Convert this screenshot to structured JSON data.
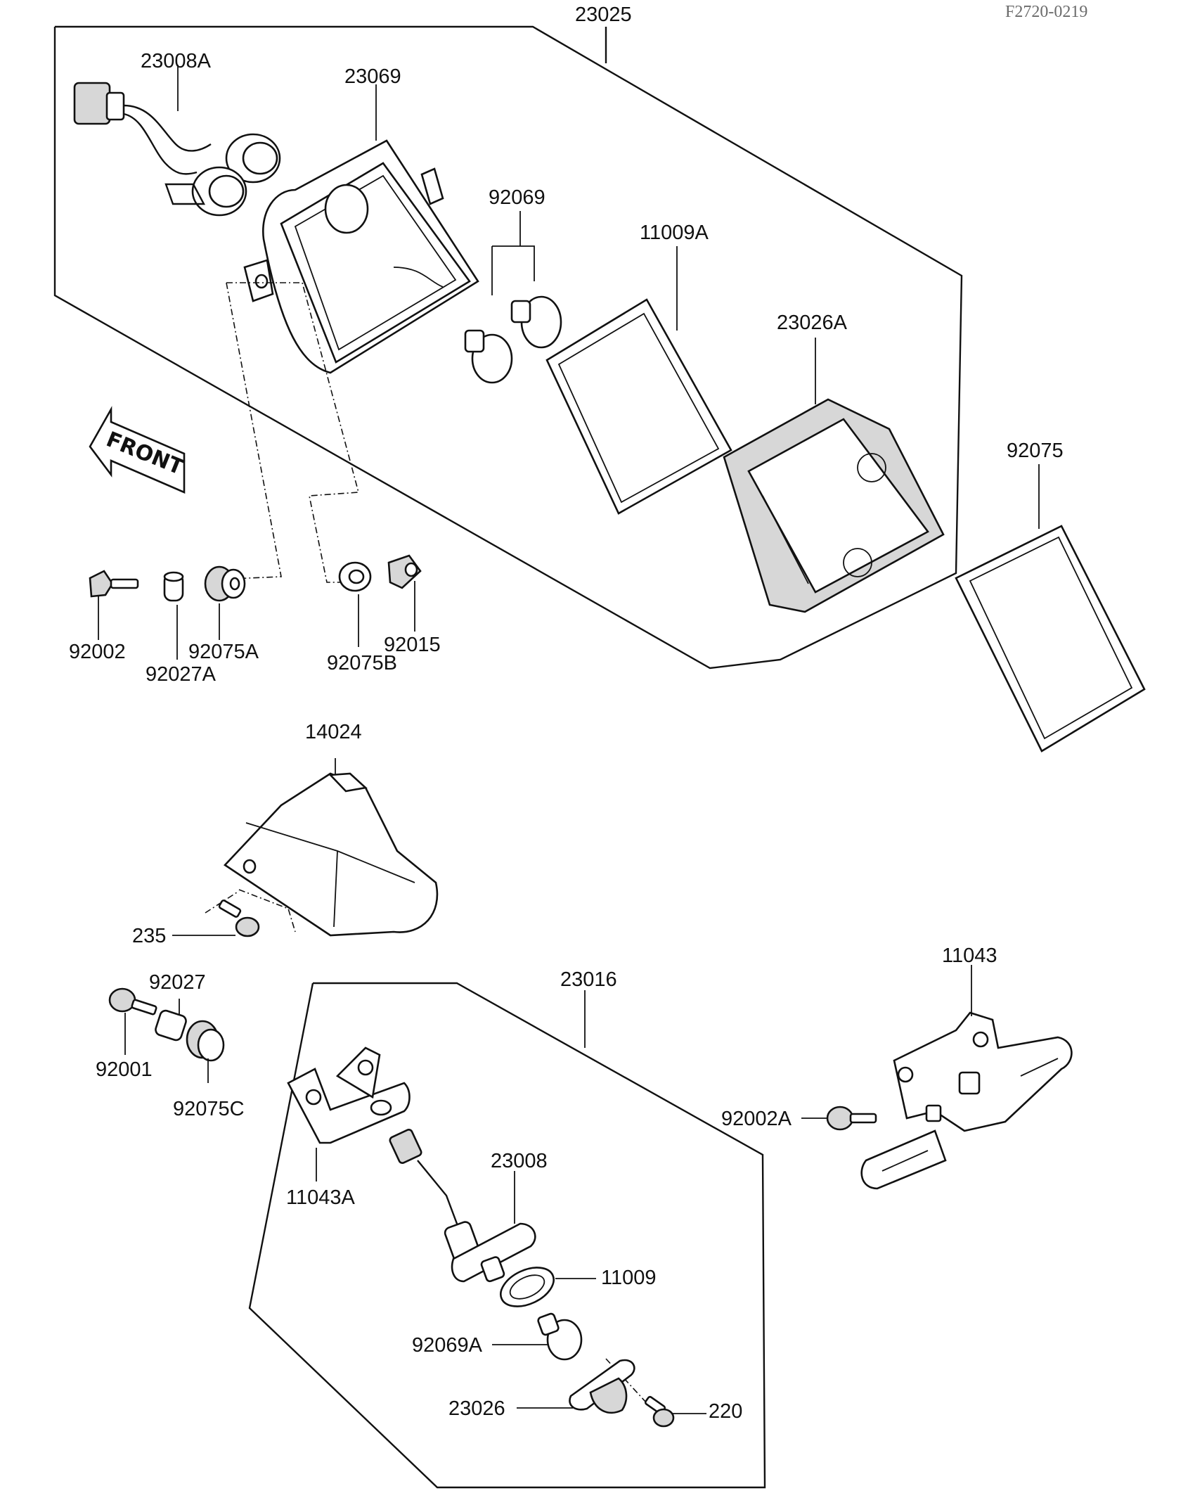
{
  "drawing_code": "F2720-0219",
  "front_arrow_label": "FRONT",
  "parts": {
    "p23025": "23025",
    "p23008A": "23008A",
    "p23069": "23069",
    "p92069": "92069",
    "p11009A": "11009A",
    "p23026A": "23026A",
    "p92075": "92075",
    "p92002": "92002",
    "p92027A": "92027A",
    "p92075A": "92075A",
    "p92075B": "92075B",
    "p92015": "92015",
    "p14024": "14024",
    "p235": "235",
    "p92027": "92027",
    "p92001": "92001",
    "p92075C": "92075C",
    "p23016": "23016",
    "p11043A": "11043A",
    "p23008": "23008",
    "p11009": "11009",
    "p92069A": "92069A",
    "p23026": "23026",
    "p220": "220",
    "p11043": "11043",
    "p92002A": "92002A"
  }
}
